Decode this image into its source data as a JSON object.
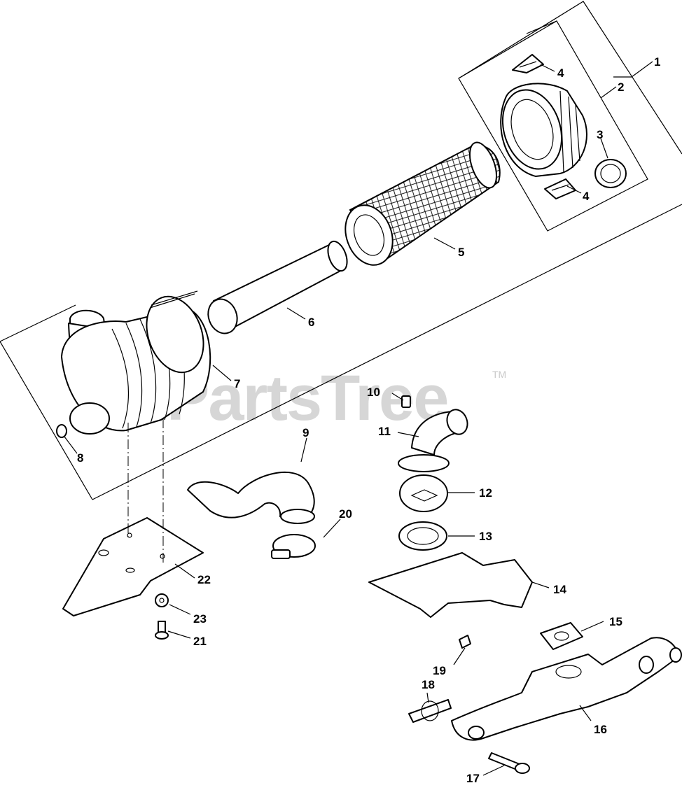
{
  "watermark": {
    "text": "PartsTree",
    "mark": "TM"
  },
  "callouts": [
    {
      "id": "c1",
      "label": "1"
    },
    {
      "id": "c2",
      "label": "2"
    },
    {
      "id": "c3",
      "label": "3"
    },
    {
      "id": "c4a",
      "label": "4"
    },
    {
      "id": "c4b",
      "label": "4"
    },
    {
      "id": "c5",
      "label": "5"
    },
    {
      "id": "c6",
      "label": "6"
    },
    {
      "id": "c7",
      "label": "7"
    },
    {
      "id": "c8",
      "label": "8"
    },
    {
      "id": "c9",
      "label": "9"
    },
    {
      "id": "c10",
      "label": "10"
    },
    {
      "id": "c11",
      "label": "11"
    },
    {
      "id": "c12",
      "label": "12"
    },
    {
      "id": "c13",
      "label": "13"
    },
    {
      "id": "c14",
      "label": "14"
    },
    {
      "id": "c15",
      "label": "15"
    },
    {
      "id": "c16",
      "label": "16"
    },
    {
      "id": "c17",
      "label": "17"
    },
    {
      "id": "c18",
      "label": "18"
    },
    {
      "id": "c19",
      "label": "19"
    },
    {
      "id": "c20",
      "label": "20"
    },
    {
      "id": "c21",
      "label": "21"
    },
    {
      "id": "c22",
      "label": "22"
    },
    {
      "id": "c23",
      "label": "23"
    }
  ]
}
